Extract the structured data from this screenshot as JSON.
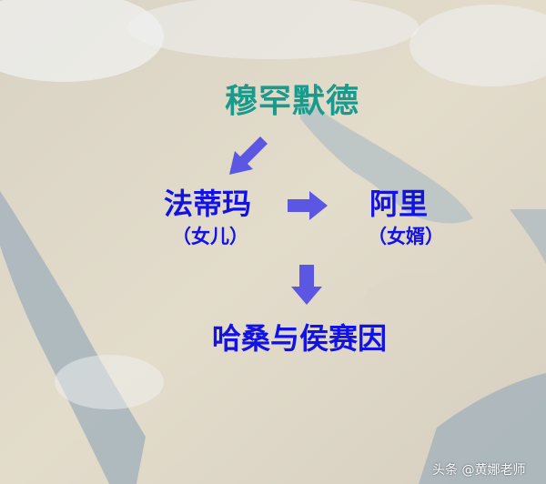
{
  "colors": {
    "title": "#1a9a8c",
    "node_text": "#1212e6",
    "arrow": "#5b57e3"
  },
  "nodes": {
    "root": "穆罕默德",
    "left_name": "法蒂玛",
    "left_note": "（女儿）",
    "right_name": "阿里",
    "right_note": "（女婿）",
    "bottom": "哈桑与侯赛因"
  },
  "watermark": "头条 @黄娜老师"
}
